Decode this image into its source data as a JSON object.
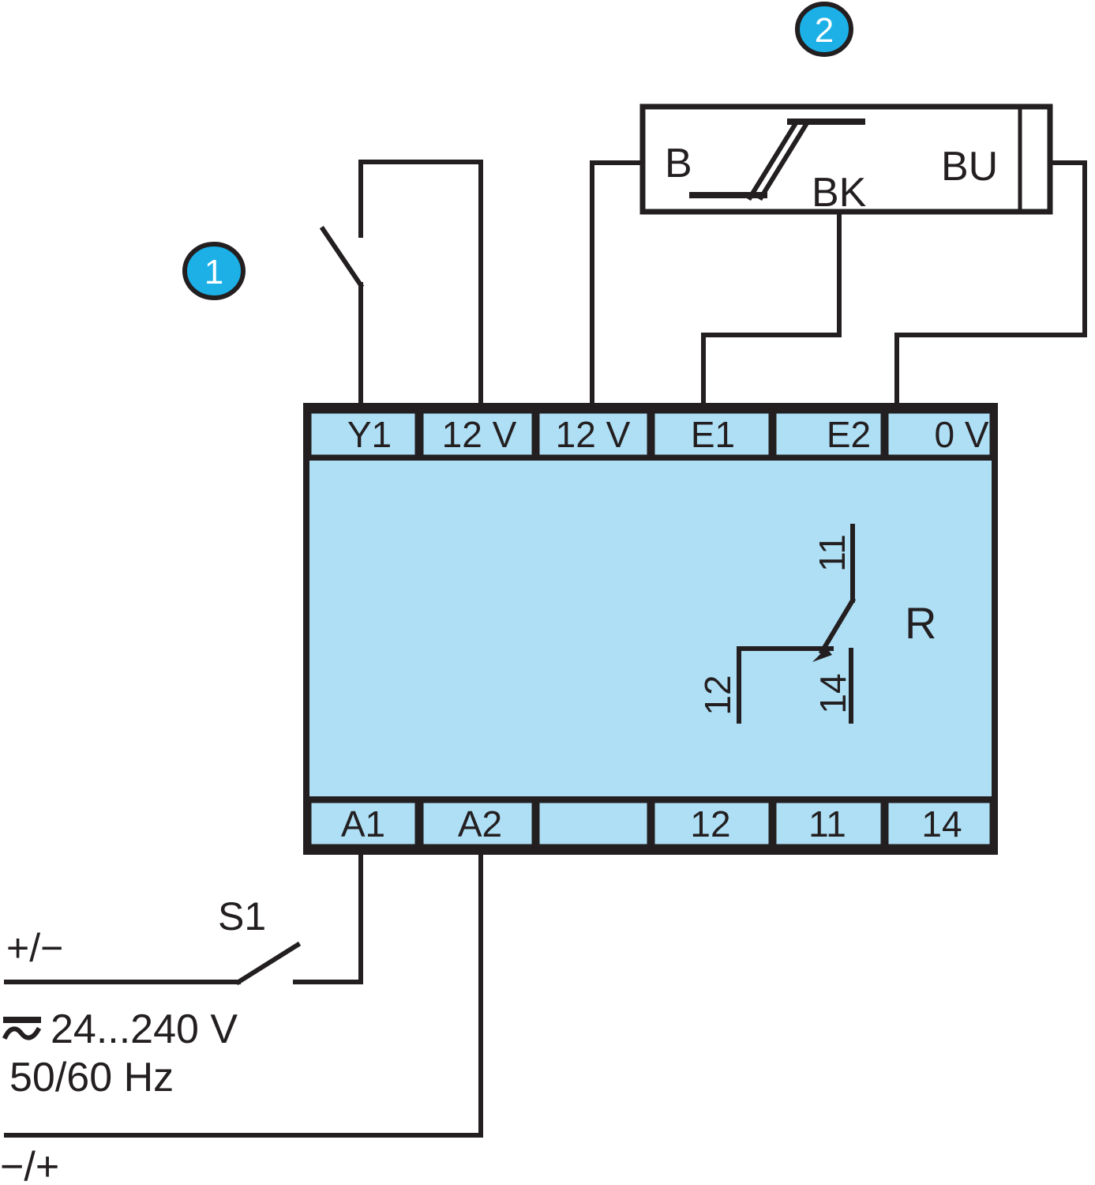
{
  "badges": {
    "badge1": "1",
    "badge2": "2"
  },
  "sensor": {
    "terminal_b": "B",
    "terminal_bk": "BK",
    "terminal_bu": "BU"
  },
  "relay_block": {
    "top_terminals": [
      "Y1",
      "12 V",
      "12 V",
      "E1",
      "E2",
      "0 V"
    ],
    "bottom_terminals": [
      "A1",
      "A2",
      "",
      "12",
      "11",
      "14"
    ],
    "contact": {
      "common": "11",
      "nc": "12",
      "no": "14"
    },
    "relay_label": "R"
  },
  "supply": {
    "switch_label": "S1",
    "polarity_top": "+/−",
    "voltage_range": "24...240 V",
    "frequency": "50/60 Hz",
    "polarity_bottom": "−/+"
  },
  "colors": {
    "line": "#231f20",
    "block_fill": "#aedff5",
    "sensor_fill": "#ffffff",
    "badge_fill": "#1cb0e6",
    "badge_text": "#ffffff",
    "background": "#ffffff"
  }
}
